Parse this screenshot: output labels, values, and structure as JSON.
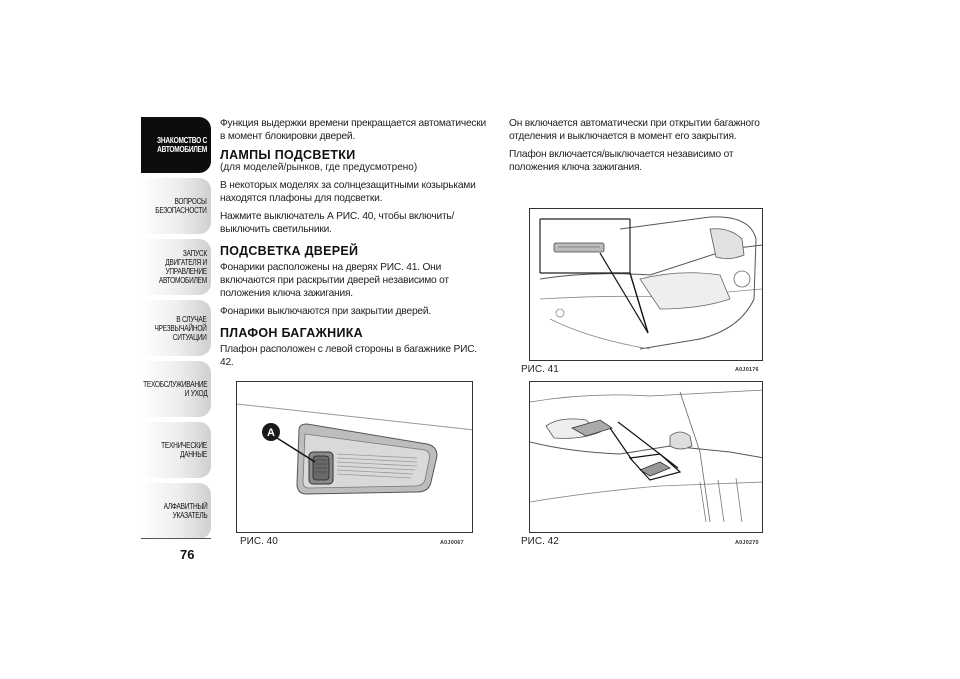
{
  "sidebar": {
    "tabs": [
      {
        "label": "ЗНАКОМСТВО С\nАВТОМОБИЛЕМ",
        "active": true
      },
      {
        "label": "ВОПРОСЫ\nБЕЗОПАСНОСТИ",
        "active": false
      },
      {
        "label": "ЗАПУСК ДВИГАТЕЛЯ И\nУПРАВЛЕНИЕ\nАВТОМОБИЛЕМ",
        "active": false
      },
      {
        "label": "В СЛУЧАЕ\nЧРЕЗВЫЧАЙНОЙ\nСИТУАЦИИ",
        "active": false
      },
      {
        "label": "ТЕХОБСЛУЖИВАНИЕ\nИ УХОД",
        "active": false
      },
      {
        "label": "ТЕХНИЧЕСКИЕ\nДАННЫЕ",
        "active": false
      },
      {
        "label": "АЛФАВИТНЫЙ\nУКАЗАТЕЛЬ",
        "active": false
      }
    ],
    "page_number": "76"
  },
  "left_column": {
    "intro": "Функция выдержки времени прекращается автоматически в момент блокировки дверей.",
    "section1": {
      "heading": "ЛАМПЫ ПОДСВЕТКИ",
      "note": "(для моделей/рынков, где предусмотрено)",
      "p1": "В некоторых моделях за солнцезащитными козырьками находятся плафоны для подсветки.",
      "p2": "Нажмите выключатель А РИС. 40, чтобы включить/выключить светильники."
    },
    "section2": {
      "heading": "ПОДСВЕТКА ДВЕРЕЙ",
      "p1": "Фонарики расположены на дверях РИС. 41. Они включаются при раскрытии дверей независимо от положения ключа зажигания.",
      "p2": "Фонарики выключаются при закрытии дверей."
    },
    "section3": {
      "heading": "ПЛАФОН БАГАЖНИКА",
      "p1": "Плафон расположен с левой стороны в багажнике РИС. 42."
    }
  },
  "right_column": {
    "p1": "Он включается автоматически при открытии багажного отделения и выключается в момент его закрытия.",
    "p2": "Плафон включается/выключается независимо от положения ключа зажигания."
  },
  "figures": {
    "fig40": {
      "caption": "РИС. 40",
      "code": "A0J0067",
      "callout": "A"
    },
    "fig41": {
      "caption": "РИС. 41",
      "code": "A0J0176"
    },
    "fig42": {
      "caption": "РИС. 42",
      "code": "A0J0270"
    }
  }
}
